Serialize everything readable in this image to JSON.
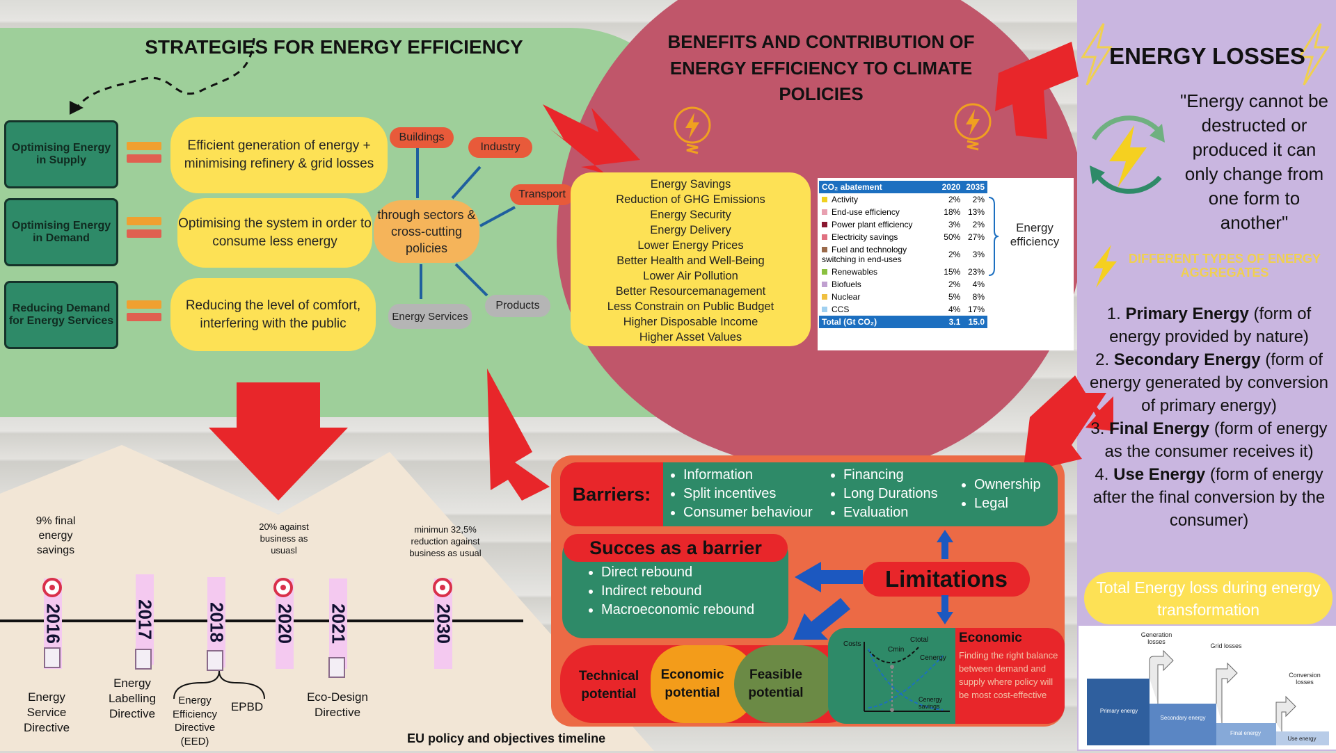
{
  "strategies": {
    "title": "STRATEGIES FOR ENERGY EFFICIENCY",
    "boxes": [
      "Optimising Energy in Supply",
      "Optimising Energy in Demand",
      "Reducing Demand for Energy Services"
    ],
    "pills": [
      "Efficient generation of energy + minimising refinery & grid losses",
      "Optimising the system in order to consume less energy",
      "Reducing the level of comfort, interfering with the public"
    ],
    "hub": "through sectors & cross-cutting policies",
    "sectors": [
      "Buildings",
      "Industry",
      "Transport",
      "Products",
      "Energy Services"
    ]
  },
  "benefits": {
    "title": "BENEFITS AND CONTRIBUTION OF ENERGY EFFICIENCY TO CLIMATE POLICIES",
    "list": [
      "Energy Savings",
      "Reduction of GHG Emissions",
      "Energy Security",
      "Energy Delivery",
      "Lower Energy Prices",
      "Better Health and Well-Being",
      "Lower Air Pollution",
      "Better Resourcemanagement",
      "Less Constrain on Public Budget",
      "Higher Disposable Income",
      "Higher Asset Values"
    ]
  },
  "co2_table": {
    "header": [
      "CO₂ abatement",
      "2020",
      "2035"
    ],
    "rows": [
      {
        "label": "Activity",
        "v2020": "2%",
        "v2035": "2%",
        "color": "#f0d020"
      },
      {
        "label": "End-use efficiency",
        "v2020": "18%",
        "v2035": "13%",
        "color": "#e8a0b0"
      },
      {
        "label": "Power plant efficiency",
        "v2020": "3%",
        "v2035": "2%",
        "color": "#8a1830"
      },
      {
        "label": "Electricity savings",
        "v2020": "50%",
        "v2035": "27%",
        "color": "#e07080"
      },
      {
        "label": "Fuel and technology switching in end-uses",
        "v2020": "2%",
        "v2035": "3%",
        "color": "#9a6a4a"
      },
      {
        "label": "Renewables",
        "v2020": "15%",
        "v2035": "23%",
        "color": "#8ac040"
      },
      {
        "label": "Biofuels",
        "v2020": "2%",
        "v2035": "4%",
        "color": "#c0a0d0"
      },
      {
        "label": "Nuclear",
        "v2020": "5%",
        "v2035": "8%",
        "color": "#f0c040"
      },
      {
        "label": "CCS",
        "v2020": "4%",
        "v2035": "17%",
        "color": "#a0d0f0"
      }
    ],
    "total": {
      "label": "Total (Gt CO₂)",
      "v2020": "3.1",
      "v2035": "15.0"
    },
    "bracket_label": "Energy efficiency"
  },
  "losses": {
    "title": "ENERGY LOSSES",
    "quote": "\"Energy cannot be destructed or produced it can only change from one form to another\"",
    "subtitle": "DIFFERENT TYPES OF ENERGY AGGREGATES",
    "items": [
      {
        "num": "1.",
        "bold": "Primary Energy",
        "rest": " (form  of energy provided by nature)"
      },
      {
        "num": "2.",
        "bold": "Secondary Energy",
        "rest": " (form of energy generated by conversion of primary energy)"
      },
      {
        "num": "3.",
        "bold": "Final Energy",
        "rest": " (form of energy as the consumer receives it)"
      },
      {
        "num": "4.",
        "bold": "Use Energy",
        "rest": " (form of energy after the final conversion by the consumer)"
      }
    ],
    "total_pill": "Total Energy loss during energy transformation",
    "diagram": {
      "labels": [
        "Primary energy",
        "Secondary energy",
        "Final energy",
        "Use energy"
      ],
      "losses": [
        "Generation losses",
        "Grid losses",
        "Conversion losses"
      ]
    }
  },
  "limitations": {
    "barriers_label": "Barriers:",
    "barriers_col1": [
      "Information",
      "Split incentives",
      "Consumer behaviour"
    ],
    "barriers_col2": [
      "Financing",
      "Long Durations",
      "Evaluation"
    ],
    "barriers_col3": [
      "Ownership",
      "Legal"
    ],
    "success_title": "Succes as a barrier",
    "success_items": [
      "Direct rebound",
      "Indirect rebound",
      "Macroeconomic rebound"
    ],
    "center": "Limitations",
    "potentials": [
      "Technical potential",
      "Economic potential",
      "Feasible potential"
    ],
    "economic_title": "Economic",
    "economic_text": "Finding the right balance between demand and supply where policy will be most cost-effective",
    "graph_labels": [
      "Costs",
      "Cmin",
      "Ctotal",
      "Cenergy",
      "Cenergy savings"
    ]
  },
  "timeline": {
    "caption": "EU policy and objectives timeline",
    "years": [
      "2016",
      "2017",
      "2018",
      "2020",
      "2021",
      "2030"
    ],
    "targets": [
      "9% final energy savings",
      "20% against business as usuasl",
      "minimun 32,5% reduction against business as usual"
    ],
    "directives": [
      "Energy Service Directive",
      "Energy Labelling Directive",
      "Energy Efficiency Directive (EED)",
      "EPBD",
      "Eco-Design Directive"
    ]
  },
  "colors": {
    "green": "#9ecf9a",
    "red": "#c0566a",
    "purple": "#c9b6e0",
    "arrow": "#e8262a",
    "yellow": "#fde155"
  }
}
